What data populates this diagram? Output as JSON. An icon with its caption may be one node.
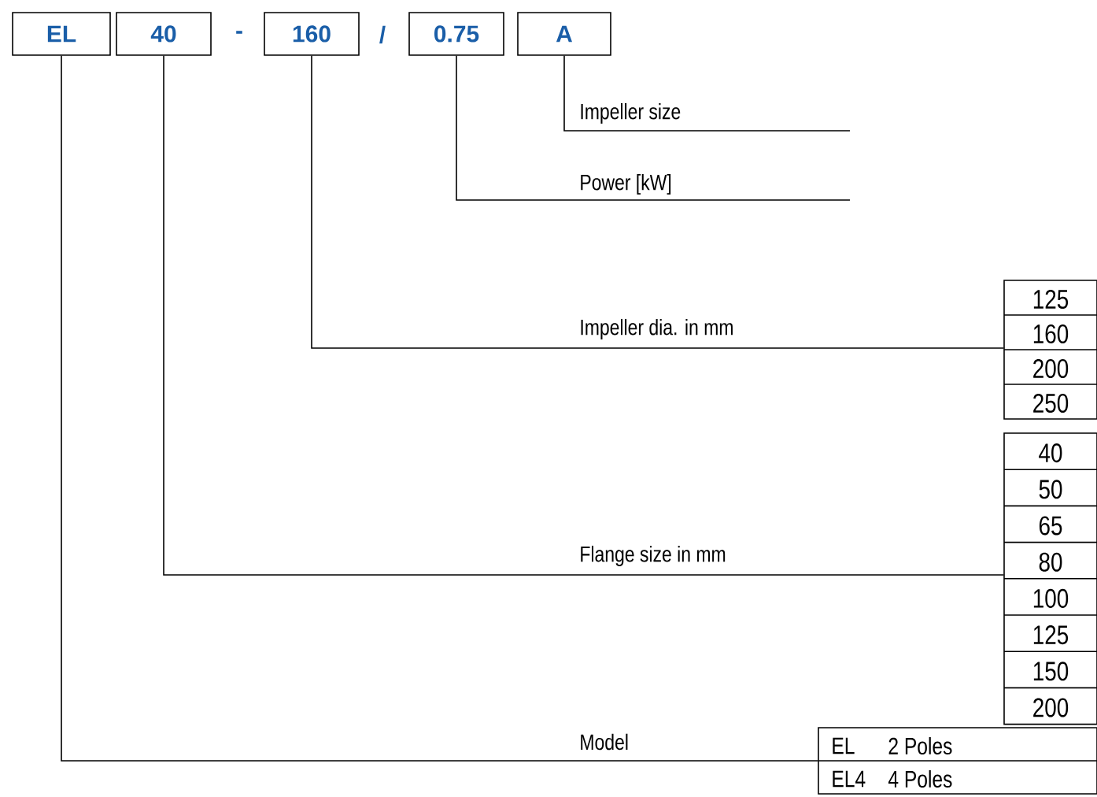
{
  "diagram": {
    "nodes": [
      {
        "text": [
          "EL"
        ]
      },
      {
        "text": [
          "40"
        ]
      },
      {
        "text": [
          "160"
        ]
      },
      {
        "text": [
          "0.75"
        ]
      },
      {
        "text": [
          "A"
        ]
      },
      {
        "text": [
          "125",
          "160",
          "200",
          "250"
        ]
      },
      {
        "text": [
          "40",
          "50",
          "65",
          "80",
          "100",
          "125",
          "150",
          "200"
        ]
      },
      {
        "text": [
          "EL",
          "2 Poles",
          "EL4",
          "4 Poles"
        ]
      }
    ],
    "edges": [
      {
        "from": 4,
        "to": null,
        "arrow": "none"
      },
      {
        "from": 3,
        "to": null,
        "arrow": "none"
      },
      {
        "from": 2,
        "to": 5,
        "arrow": "none"
      },
      {
        "from": 1,
        "to": 6,
        "arrow": "none"
      },
      {
        "from": 0,
        "to": 7,
        "arrow": "none"
      }
    ],
    "labels": [
      "-",
      "/",
      "Impeller size",
      "Power [kW]",
      "Impeller dia. in mm",
      "Flange size in mm",
      "Model"
    ]
  }
}
